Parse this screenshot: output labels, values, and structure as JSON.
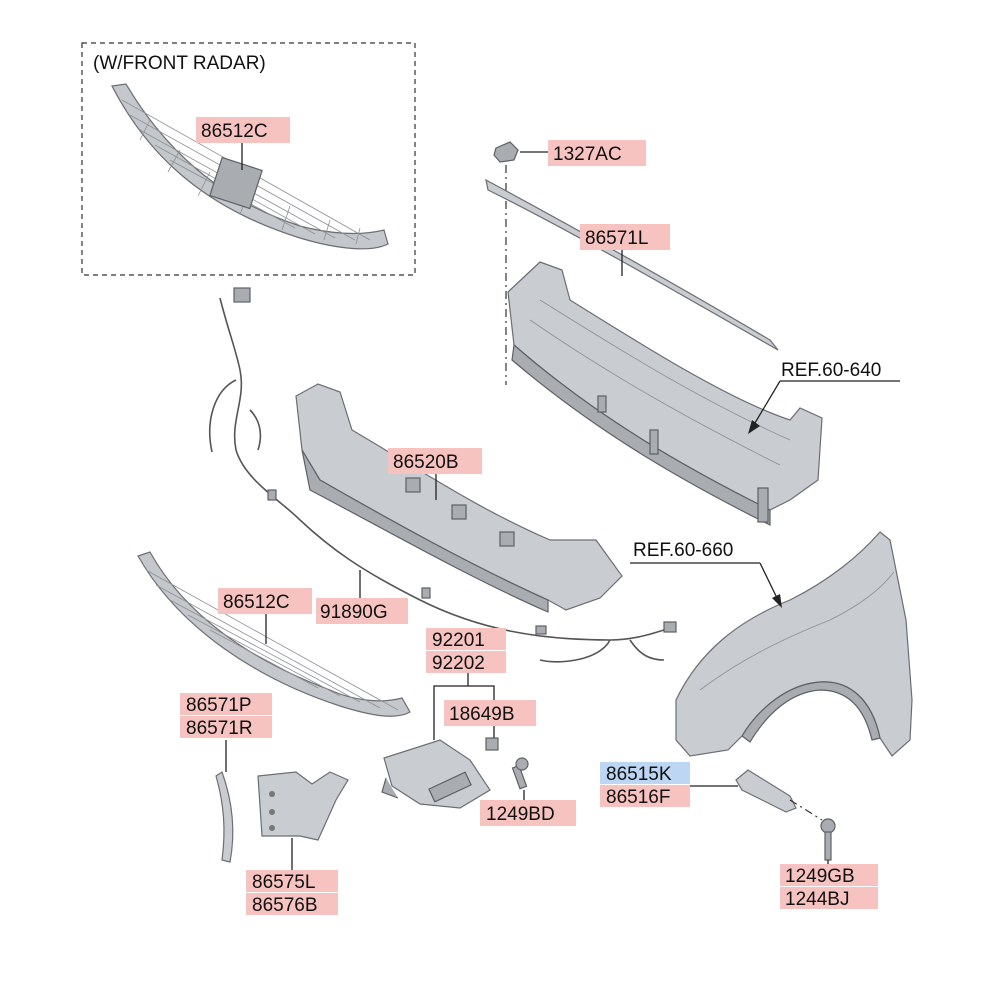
{
  "radar_box_title": "(W/FRONT RADAR)",
  "labels": {
    "p86512c_top": "86512C",
    "p1327ac": "1327AC",
    "p86571l": "86571L",
    "ref_60_640": "REF.60-640",
    "p86520b": "86520B",
    "ref_60_660": "REF.60-660",
    "p86512c_bottom": "86512C",
    "p91890g": "91890G",
    "p92201": "92201",
    "p92202": "92202",
    "p86571p": "86571P",
    "p86571r": "86571R",
    "p18649b": "18649B",
    "p1249bd": "1249BD",
    "p86515k": "86515K",
    "p86516f": "86516F",
    "p86575l": "86575L",
    "p86576b": "86576B",
    "p1249gb": "1249GB",
    "p1244bj": "1244BJ"
  },
  "colors": {
    "label_highlight": "#f7c3c0",
    "label_highlight_blue": "#bcd6f4",
    "part_fill": "#c9ccd0",
    "outline": "#6b6e72"
  }
}
